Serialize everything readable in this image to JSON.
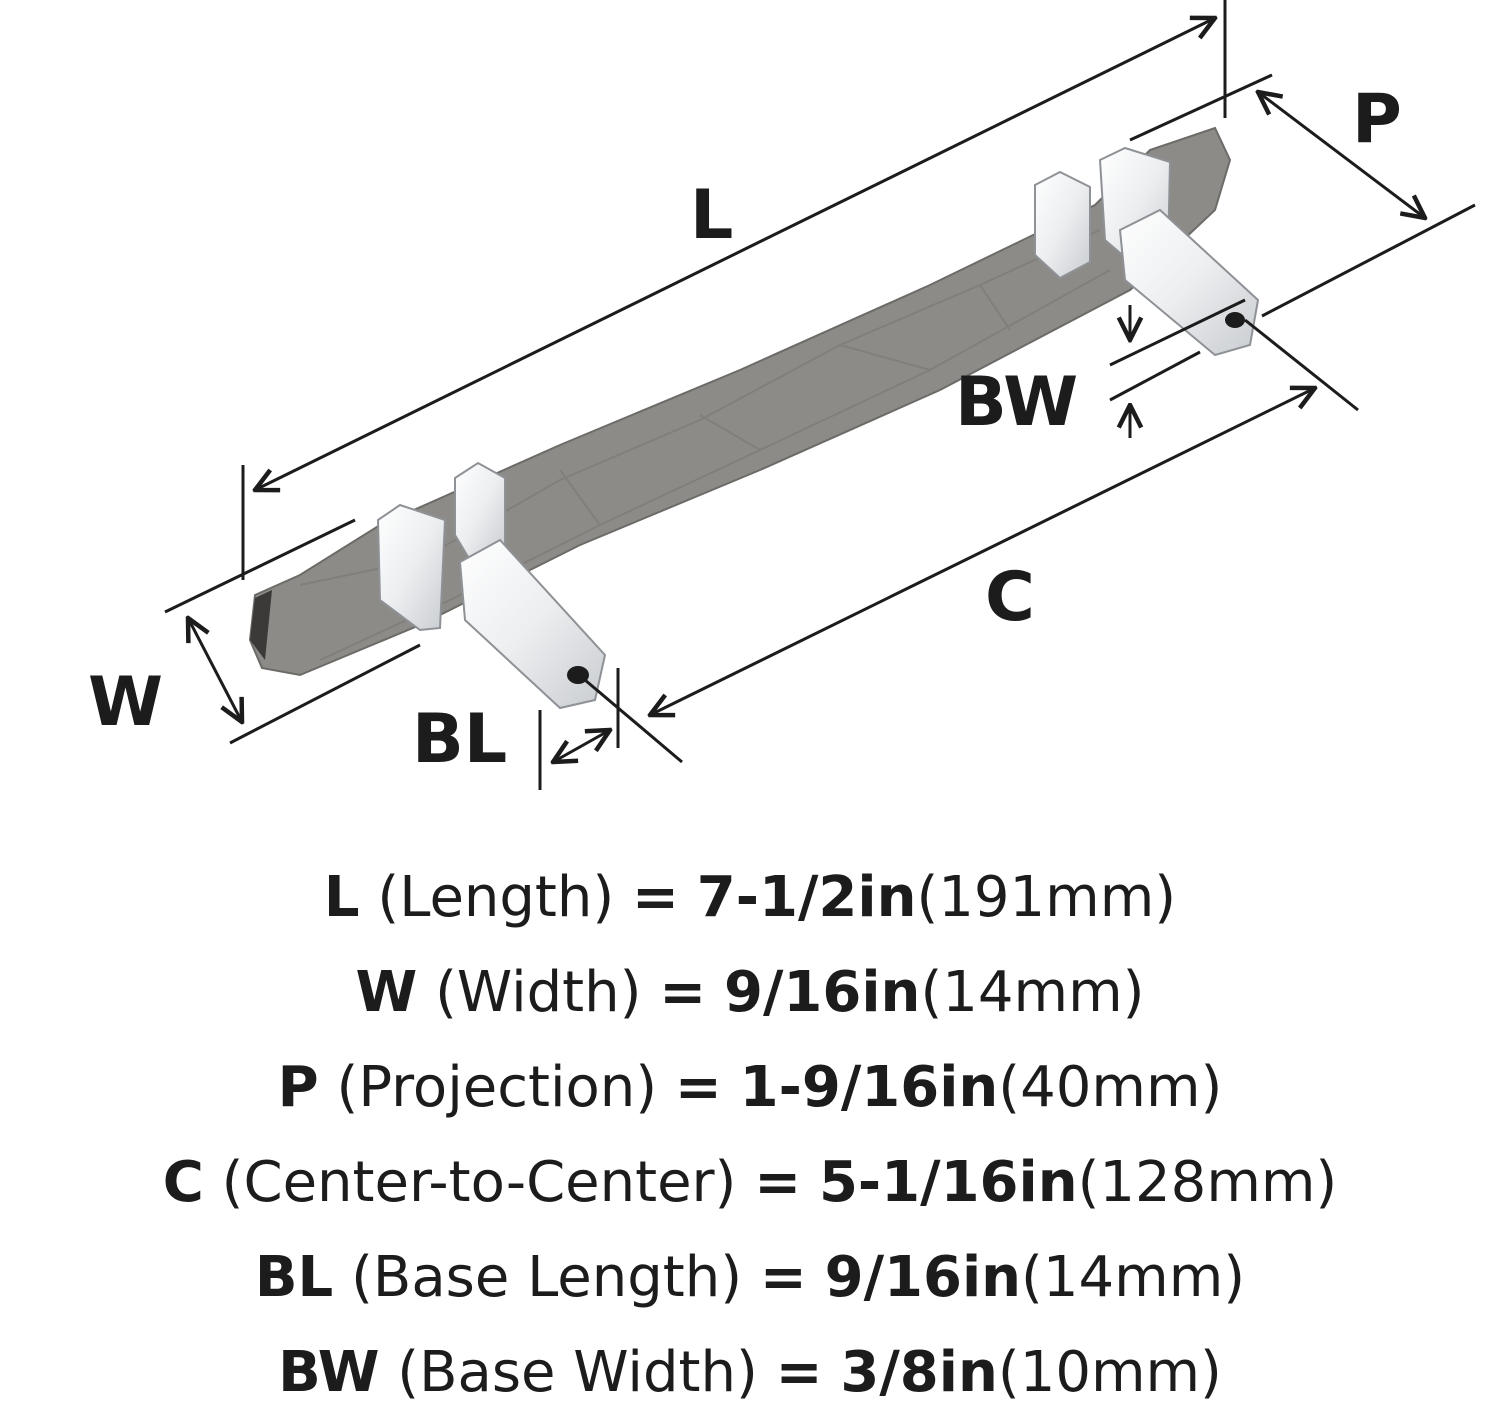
{
  "diagram": {
    "labels": {
      "length": "L",
      "projection": "P",
      "base_width": "BW",
      "center": "C",
      "width": "W",
      "base_length": "BL"
    }
  },
  "specs": [
    {
      "abbr": "L",
      "name": "(Length)",
      "eq": "=",
      "imperial": "7-1/2in",
      "metric": "(191mm)"
    },
    {
      "abbr": "W",
      "name": "(Width)",
      "eq": "=",
      "imperial": "9/16in",
      "metric": "(14mm)"
    },
    {
      "abbr": "P",
      "name": "(Projection)",
      "eq": "=",
      "imperial": "1-9/16in",
      "metric": "(40mm)"
    },
    {
      "abbr": "C",
      "name": "(Center-to-Center)",
      "eq": "=",
      "imperial": "5-1/16in",
      "metric": "(128mm)"
    },
    {
      "abbr": "BL",
      "name": "(Base Length)",
      "eq": "=",
      "imperial": "9/16in",
      "metric": "(14mm)"
    },
    {
      "abbr": "BW",
      "name": "(Base Width)",
      "eq": "=",
      "imperial": "3/8in",
      "metric": "(10mm)"
    }
  ]
}
